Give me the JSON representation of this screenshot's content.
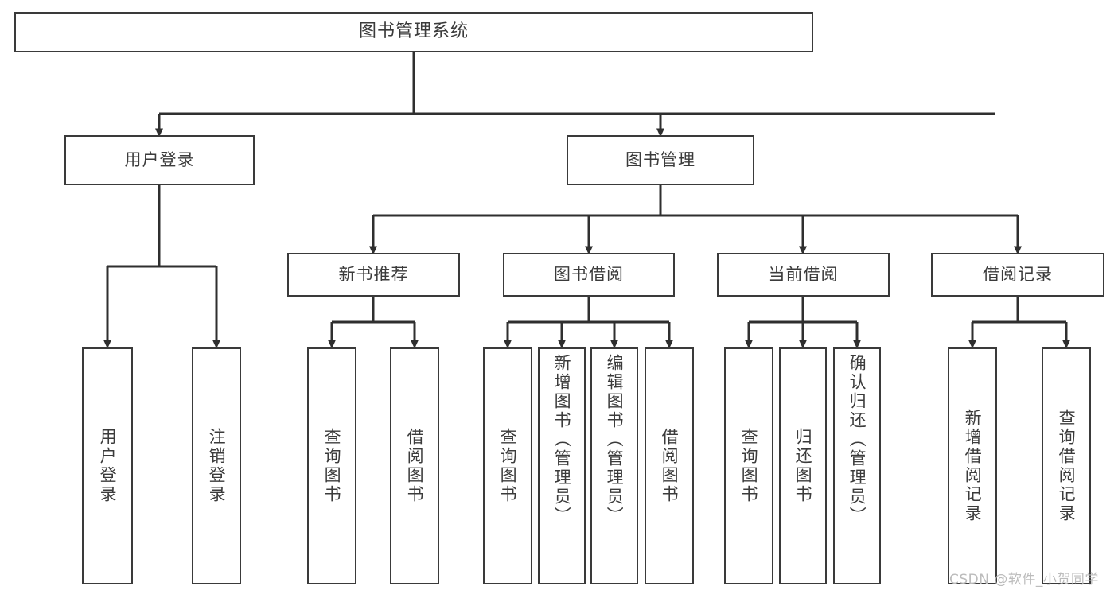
{
  "diagram": {
    "type": "tree",
    "title": "图书管理系统",
    "root": {
      "label": "图书管理系统"
    },
    "level1": [
      {
        "label": "用户登录"
      },
      {
        "label": "图书管理"
      }
    ],
    "level2": [
      {
        "label": "新书推荐"
      },
      {
        "label": "图书借阅"
      },
      {
        "label": "当前借阅"
      },
      {
        "label": "借阅记录"
      }
    ],
    "leaves": {
      "user_login": [
        {
          "label": "用户登录"
        },
        {
          "label": "注销登录"
        }
      ],
      "new_book": [
        {
          "label": "查询图书"
        },
        {
          "label": "借阅图书"
        }
      ],
      "borrow": [
        {
          "label": "查询图书"
        },
        {
          "label": "新增图书（管理员）"
        },
        {
          "label": "编辑图书（管理员）"
        },
        {
          "label": "借阅图书"
        }
      ],
      "current": [
        {
          "label": "查询图书"
        },
        {
          "label": "归还图书"
        },
        {
          "label": "确认归还（管理员）"
        }
      ],
      "records": [
        {
          "label": "新增借阅记录"
        },
        {
          "label": "查询借阅记录"
        }
      ]
    }
  },
  "watermark": {
    "text": "CSDN @软件_小贺同学"
  },
  "colors": {
    "box_border": "#3a3a3a",
    "text": "#3b3b3b",
    "connector": "#2f2f2f",
    "background": "#ffffff",
    "watermark": "#bcbcbc"
  }
}
